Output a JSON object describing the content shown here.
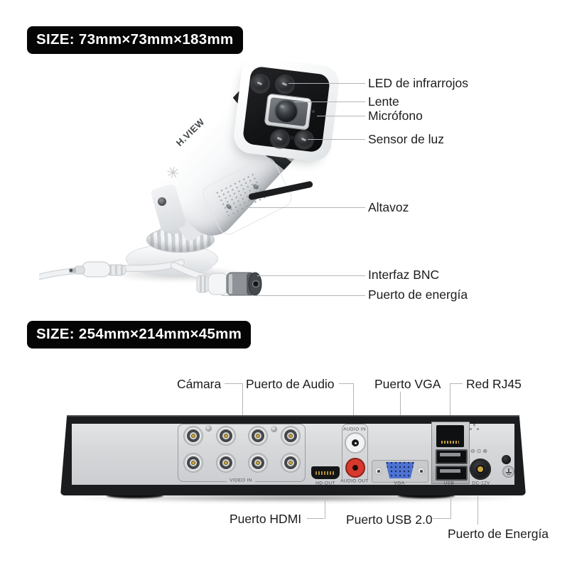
{
  "camera": {
    "size_badge": "SIZE: 73mm×73mm×183mm",
    "brand": "H.VIEW",
    "logo_glyph": "✳",
    "labels": {
      "ir_led": "LED de infrarrojos",
      "lens": "Lente",
      "microphone": "Micrófono",
      "light_sensor": "Sensor de luz",
      "speaker": "Altavoz",
      "bnc": "Interfaz BNC",
      "power": "Puerto de energía"
    }
  },
  "dvr": {
    "size_badge": "SIZE: 254mm×214mm×45mm",
    "labels_top": {
      "camera": "Cámara",
      "audio": "Puerto de Audio",
      "vga": "Puerto VGA",
      "network": "Red RJ45"
    },
    "labels_bottom": {
      "hdmi": "Puerto HDMI",
      "usb": "Puerto USB 2.0",
      "power": "Puerto de Energía"
    },
    "panel_labels": {
      "video_in": "VIDEO IN",
      "hd_out": "HD-OUT",
      "audio_in": "AUDIO IN",
      "audio_out": "AUDIO OUT",
      "vga": "VGA",
      "usb": "USB",
      "dc": "DC-12V"
    },
    "polarity_mark": "⊖⊙⊕"
  },
  "colors": {
    "badge_bg": "#050505",
    "badge_text": "#ffffff",
    "label_text": "#1b1c1e",
    "leader_line": "#b2b6b9",
    "vga_blue": "#4e73d2",
    "rca_red": "#d63a2f",
    "pin_gold": "#c9a23e"
  }
}
